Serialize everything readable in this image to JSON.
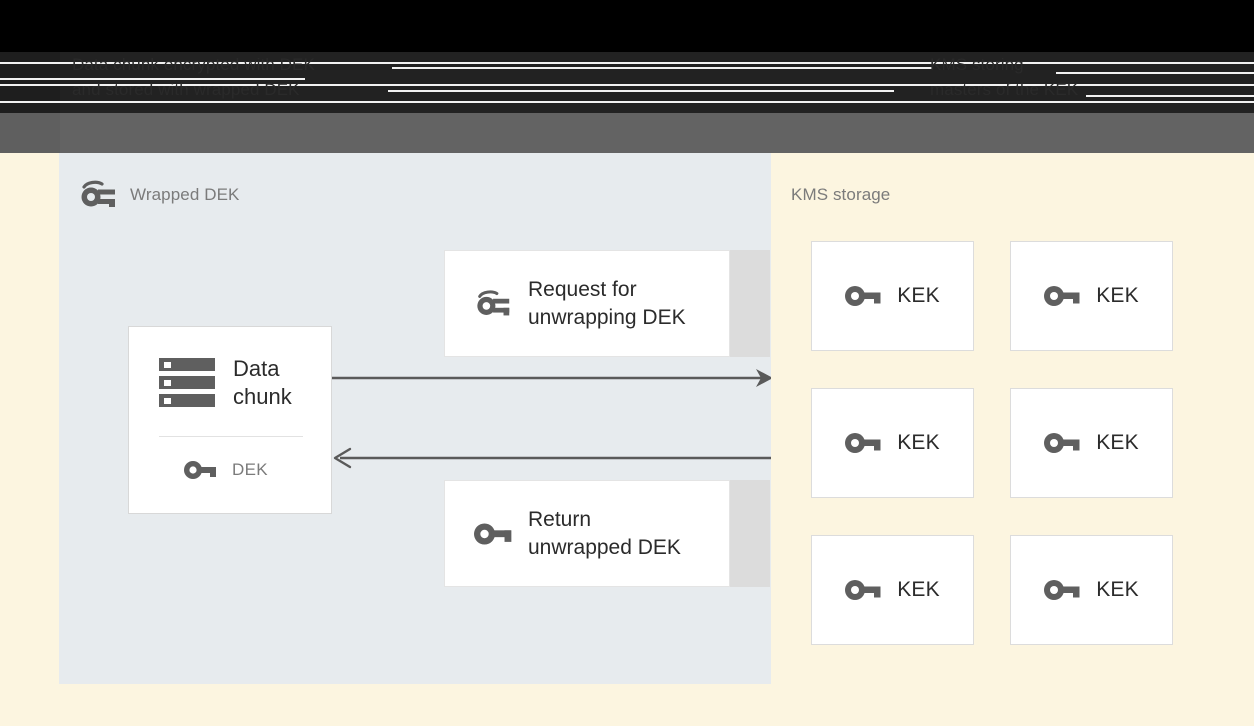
{
  "header": {
    "left_caption": "Data chunk encrypted with DEK\nand stored with wrapped DEK",
    "right_caption": "KMS storing\nmasters of the KEK"
  },
  "left_panel": {
    "title": "Wrapped DEK",
    "title_icon": "wrapped-key-icon",
    "data_chunk_card": {
      "icon": "database-storage-icon",
      "label": "Data\nchunk",
      "dek_icon": "key-icon",
      "dek_label": "DEK"
    },
    "messages": [
      {
        "id": "request",
        "icon": "wrapped-key-icon",
        "label": "Request for\nunwrapping DEK"
      },
      {
        "id": "return",
        "icon": "key-icon",
        "label": "Return\nunwrapped DEK"
      }
    ],
    "arrows": [
      {
        "id": "to-kms",
        "direction": "right",
        "name": "arrow-to-kms"
      },
      {
        "id": "from-kms",
        "direction": "left",
        "name": "arrow-from-kms"
      }
    ]
  },
  "right_panel": {
    "title": "KMS storage",
    "kek_cards": [
      {
        "icon": "key-icon",
        "label": "KEK"
      },
      {
        "icon": "key-icon",
        "label": "KEK"
      },
      {
        "icon": "key-icon",
        "label": "KEK"
      },
      {
        "icon": "key-icon",
        "label": "KEK"
      },
      {
        "icon": "key-icon",
        "label": "KEK"
      },
      {
        "icon": "key-icon",
        "label": "KEK"
      }
    ]
  },
  "colors": {
    "canvas_cream": "#fcf5e0",
    "panel_blue_grey": "#e7ebee",
    "card_white": "#ffffff",
    "card_shadow_grey": "#dcdcdc",
    "icon_grey": "#5f5f5f",
    "text_dark": "#2b2b2b",
    "text_muted": "#7b7b7b",
    "band_black": "#000000",
    "band_dark": "#222222",
    "band_grey": "#636363"
  }
}
